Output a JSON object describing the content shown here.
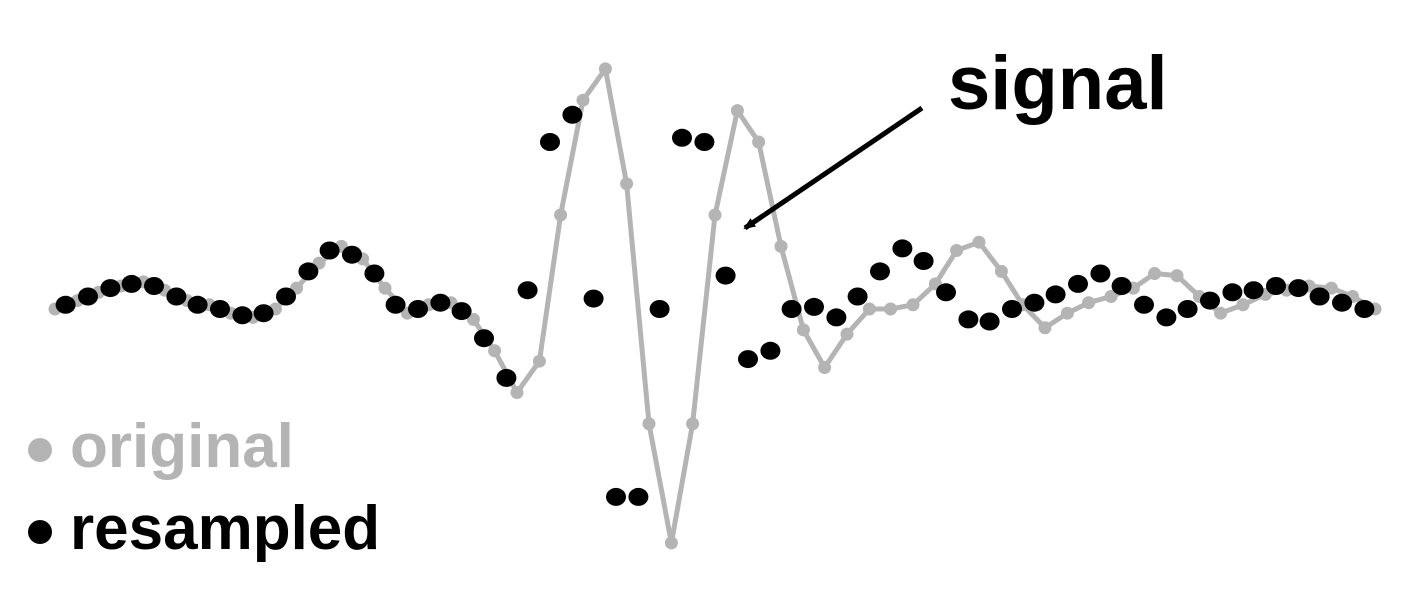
{
  "chart_data": {
    "type": "line",
    "annotation": "signal",
    "legend": [
      {
        "label": "original",
        "color": "#b4b4b4"
      },
      {
        "label": "resampled",
        "color": "#000000"
      }
    ],
    "xlim": [
      0,
      1
    ],
    "ylim": [
      -1.25,
      1.25
    ],
    "grid": false,
    "series": [
      {
        "name": "original",
        "color": "#b4b4b4",
        "x": [
          0.0,
          0.017,
          0.033,
          0.05,
          0.067,
          0.083,
          0.1,
          0.117,
          0.133,
          0.15,
          0.167,
          0.183,
          0.2,
          0.217,
          0.233,
          0.25,
          0.267,
          0.283,
          0.3,
          0.317,
          0.333,
          0.35,
          0.367,
          0.383,
          0.4,
          0.417,
          0.433,
          0.45,
          0.467,
          0.483,
          0.5,
          0.517,
          0.533,
          0.55,
          0.567,
          0.583,
          0.6,
          0.617,
          0.633,
          0.65,
          0.667,
          0.683,
          0.7,
          0.717,
          0.733,
          0.75,
          0.767,
          0.783,
          0.8,
          0.817,
          0.833,
          0.85,
          0.867,
          0.883,
          0.9,
          0.917,
          0.933,
          0.95,
          0.967,
          0.983,
          1.0
        ],
        "y": [
          0.0,
          0.04,
          0.08,
          0.11,
          0.13,
          0.09,
          0.04,
          0.02,
          -0.02,
          -0.04,
          0.0,
          0.1,
          0.22,
          0.3,
          0.24,
          0.1,
          -0.02,
          0.02,
          0.03,
          -0.05,
          -0.2,
          -0.4,
          -0.25,
          0.45,
          1.0,
          1.15,
          0.6,
          -0.55,
          -1.12,
          -0.55,
          0.45,
          0.95,
          0.8,
          0.3,
          -0.1,
          -0.28,
          -0.12,
          0.0,
          0.0,
          0.02,
          0.12,
          0.28,
          0.32,
          0.18,
          0.02,
          -0.09,
          -0.02,
          0.03,
          0.06,
          0.1,
          0.17,
          0.16,
          0.06,
          -0.02,
          0.02,
          0.07,
          0.09,
          0.11,
          0.1,
          0.06,
          0.0
        ]
      },
      {
        "name": "resampled",
        "color": "#000000",
        "x": [
          0.008,
          0.025,
          0.042,
          0.058,
          0.075,
          0.092,
          0.108,
          0.125,
          0.142,
          0.158,
          0.175,
          0.192,
          0.208,
          0.225,
          0.242,
          0.258,
          0.275,
          0.292,
          0.308,
          0.325,
          0.342,
          0.358,
          0.375,
          0.392,
          0.408,
          0.425,
          0.442,
          0.458,
          0.475,
          0.492,
          0.508,
          0.525,
          0.542,
          0.558,
          0.575,
          0.592,
          0.608,
          0.625,
          0.642,
          0.658,
          0.675,
          0.692,
          0.708,
          0.725,
          0.742,
          0.758,
          0.775,
          0.792,
          0.808,
          0.825,
          0.842,
          0.858,
          0.875,
          0.892,
          0.908,
          0.925,
          0.942,
          0.958,
          0.975,
          0.992
        ],
        "y": [
          0.02,
          0.06,
          0.1,
          0.12,
          0.11,
          0.06,
          0.02,
          0.0,
          -0.03,
          -0.02,
          0.06,
          0.18,
          0.28,
          0.26,
          0.17,
          0.02,
          0.0,
          0.03,
          -0.01,
          -0.14,
          -0.33,
          0.09,
          0.8,
          0.93,
          0.05,
          -0.9,
          -0.9,
          0.0,
          0.82,
          0.8,
          0.16,
          -0.24,
          -0.2,
          0.0,
          0.01,
          -0.04,
          0.06,
          0.18,
          0.29,
          0.23,
          0.08,
          -0.05,
          -0.06,
          0.0,
          0.03,
          0.07,
          0.12,
          0.17,
          0.11,
          0.02,
          -0.04,
          0.0,
          0.04,
          0.08,
          0.09,
          0.11,
          0.1,
          0.06,
          0.03,
          0.0
        ]
      }
    ]
  }
}
